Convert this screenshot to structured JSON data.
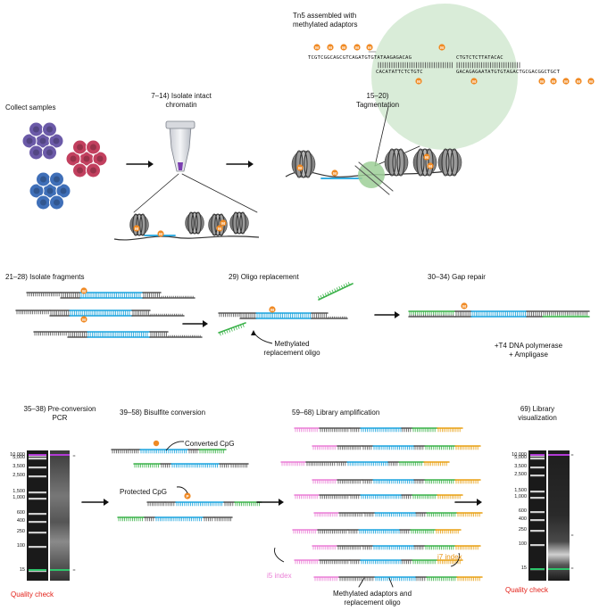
{
  "colors": {
    "dna_gray": "#555555",
    "dna_blue": "#1ba3dd",
    "dna_green": "#3bb24a",
    "adaptor_pink": "#ea7fd6",
    "adaptor_orange": "#e8a013",
    "methyl_orange": "#f08a24",
    "cell_purple": "#6b5aa8",
    "cell_red": "#c2405f",
    "cell_blue": "#3f6fb8",
    "bubble_green": "#d9ecd8",
    "tn5_green": "#9ecf98",
    "qc_red": "#e32119"
  },
  "top": {
    "collect_samples": "Collect samples",
    "isolate_step": "7–14) Isolate intact",
    "isolate_step2": "chromatin",
    "tag_step": "15–20)",
    "tag_step2": "Tagmentation",
    "tn5_line1": "Tn5 assembled with",
    "tn5_line2": "methylated adaptors",
    "seq_top": "TCGTCGGCAGCGTCAGATGTGTATAAGAGACAG",
    "seq_top_right": "CTGTCTCTTATACAC",
    "seq_bottom_left": "CACATATTCTCTGTC",
    "seq_bottom": "GACAGAGAATATGTGTAGACTGCGACGGCTGCT"
  },
  "middle": {
    "isolate_fragments": "21–28) Isolate fragments",
    "oligo_replacement": "29) Oligo replacement",
    "gap_repair": "30–34) Gap repair",
    "methylated_oligo_1": "Methylated",
    "methylated_oligo_2": "replacement oligo",
    "t4_1": "+T4 DNA polymerase",
    "t4_2": "+ Ampligase"
  },
  "bottom": {
    "preconv_1": "35–38) Pre-conversion",
    "preconv_2": "PCR",
    "bisulfite": "39–58) Bisulfite conversion",
    "library_amp": "59–68) Library amplification",
    "lib_vis_1": "69) Library",
    "lib_vis_2": "visualization",
    "converted_cpg": "Converted CpG",
    "protected_cpg": "Protected CpG",
    "i5_index": "i5 index",
    "i7_index": "i7 index",
    "meth_adaptors_1": "Methylated adaptors and",
    "meth_adaptors_2": "replacement oligo",
    "quality_check": "Quality check",
    "ladder_ticks": [
      "10,000",
      "5,000",
      "3,500",
      "2,500",
      "1,500",
      "1,000",
      "600",
      "400",
      "250",
      "100",
      "15"
    ]
  },
  "marks": {
    "methyl": "M",
    "p": "P"
  }
}
